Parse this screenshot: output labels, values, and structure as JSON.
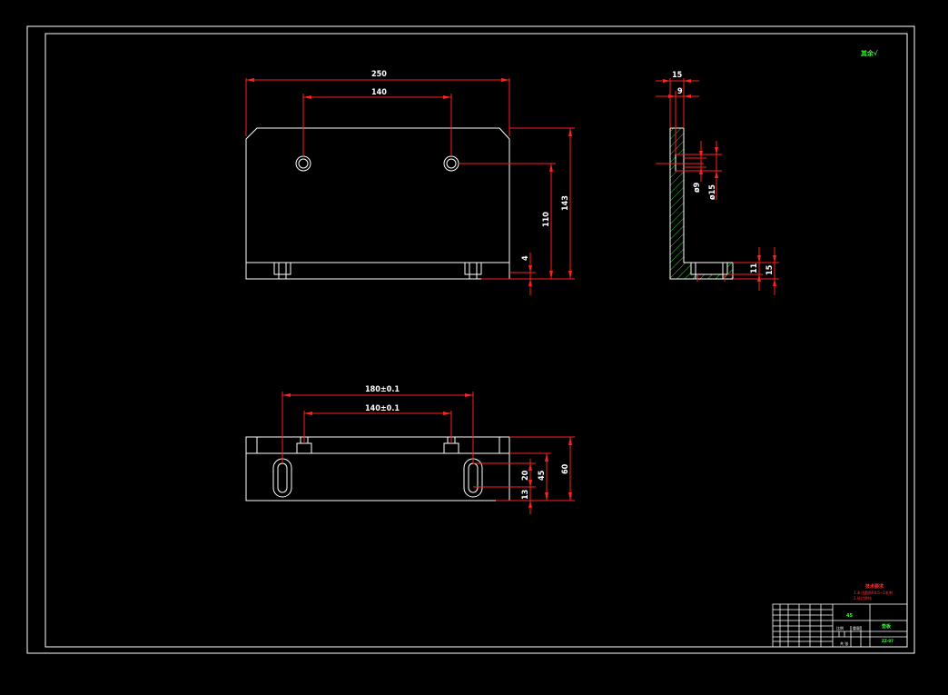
{
  "colors": {
    "background": "#000000",
    "outline": "#ffffff",
    "dimension": "#ff2020",
    "hatch": "#33cc33",
    "annotation": "#33ff33"
  },
  "roughness_note": "其余√",
  "front_view": {
    "dims": {
      "overall_width": "250",
      "hole_spacing": "140",
      "overall_height": "143",
      "hole_height": "110",
      "base_step": "4"
    }
  },
  "side_view": {
    "dims": {
      "width": "15",
      "depth": "9",
      "bore_small": "ø9",
      "bore_large": "ø15",
      "foot_inner": "11",
      "foot_outer": "15"
    }
  },
  "top_view": {
    "dims": {
      "slot_outer_spacing": "180±0.1",
      "slot_inner_spacing": "140±0.1",
      "slot_length": "20",
      "slot_offset": "13",
      "inner_depth": "45",
      "overall_depth": "60"
    }
  },
  "tech_requirements": {
    "title": "技术要求",
    "line1": "1.未注圆角R0.5~1毛刺",
    "line2": "2.锐边倒钝"
  },
  "title_block": {
    "material": "45",
    "part_name": "垫板",
    "drawing_no": "ZZ-07",
    "scale_label": "比例",
    "sheet_label": "共 张",
    "weight_label": "重量"
  }
}
